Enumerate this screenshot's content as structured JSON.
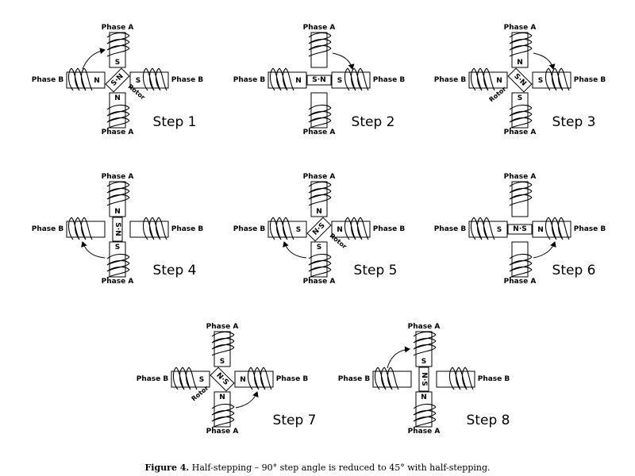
{
  "labels": {
    "phase_a": "Phase A",
    "phase_b": "Phase B",
    "rotor": "Rotor"
  },
  "steps": [
    {
      "label": "Step 1",
      "active": "both",
      "rotor": "diag1",
      "rotor_text": "S·N",
      "a_top": "S",
      "a_bot": "N",
      "b_left": "N",
      "b_right": "S",
      "show_rotor_label": true,
      "arrow": "topleft-to-top"
    },
    {
      "label": "Step 2",
      "active": "B",
      "rotor": "horiz",
      "rotor_text": "S·N",
      "a_top": "",
      "a_bot": "",
      "b_left": "N",
      "b_right": "S",
      "show_rotor_label": false,
      "arrow": "top-to-topright"
    },
    {
      "label": "Step 3",
      "active": "both",
      "rotor": "diag2",
      "rotor_text": "S·N",
      "a_top": "N",
      "a_bot": "S",
      "b_left": "N",
      "b_right": "S",
      "show_rotor_label": true,
      "arrow": "top-to-topright"
    },
    {
      "label": "Step 4",
      "active": "A",
      "rotor": "vert",
      "rotor_text": "S·N",
      "a_top": "N",
      "a_bot": "S",
      "b_left": "",
      "b_right": "",
      "show_rotor_label": false,
      "arrow": "bottom-to-bottomleft"
    },
    {
      "label": "Step 5",
      "active": "both",
      "rotor": "diag1",
      "rotor_text": "N·S",
      "a_top": "N",
      "a_bot": "S",
      "b_left": "S",
      "b_right": "N",
      "show_rotor_label": true,
      "arrow": "bottom-to-bottomleft"
    },
    {
      "label": "Step 6",
      "active": "B",
      "rotor": "horiz",
      "rotor_text": "N·S",
      "a_top": "",
      "a_bot": "",
      "b_left": "S",
      "b_right": "N",
      "show_rotor_label": false,
      "arrow": "bottom-to-bottomright"
    },
    {
      "label": "Step 7",
      "active": "both",
      "rotor": "diag2",
      "rotor_text": "N·S",
      "a_top": "S",
      "a_bot": "N",
      "b_left": "S",
      "b_right": "N",
      "show_rotor_label": true,
      "arrow": "bottom-to-bottomright"
    },
    {
      "label": "Step 8",
      "active": "A",
      "rotor": "vert",
      "rotor_text": "N·S",
      "a_top": "S",
      "a_bot": "N",
      "b_left": "",
      "b_right": "",
      "show_rotor_label": false,
      "arrow": "left-to-top"
    }
  ],
  "caption": {
    "figure": "Figure 4.",
    "text": "Half-stepping – 90° step angle is reduced to 45° with half-stepping."
  }
}
